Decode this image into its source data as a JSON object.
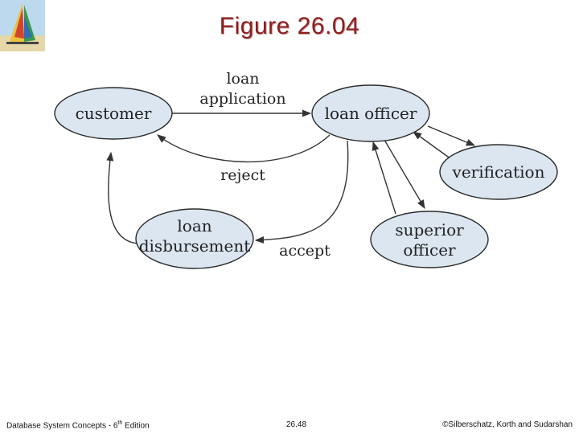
{
  "slide": {
    "title": "Figure 26.04"
  },
  "diagram": {
    "nodes": {
      "customer": "customer",
      "loan_officer": "loan officer",
      "verification": "verification",
      "superior_officer_line1": "superior",
      "superior_officer_line2": "officer",
      "loan_disbursement_line1": "loan",
      "loan_disbursement_line2": "disbursement"
    },
    "edge_labels": {
      "loan_application_line1": "loan",
      "loan_application_line2": "application",
      "reject": "reject",
      "accept": "accept"
    }
  },
  "footer": {
    "left_prefix": "Database System Concepts - 6",
    "left_sup": "th",
    "left_suffix": " Edition",
    "center": "26.48",
    "right": "©Silberschatz, Korth and Sudarshan"
  }
}
